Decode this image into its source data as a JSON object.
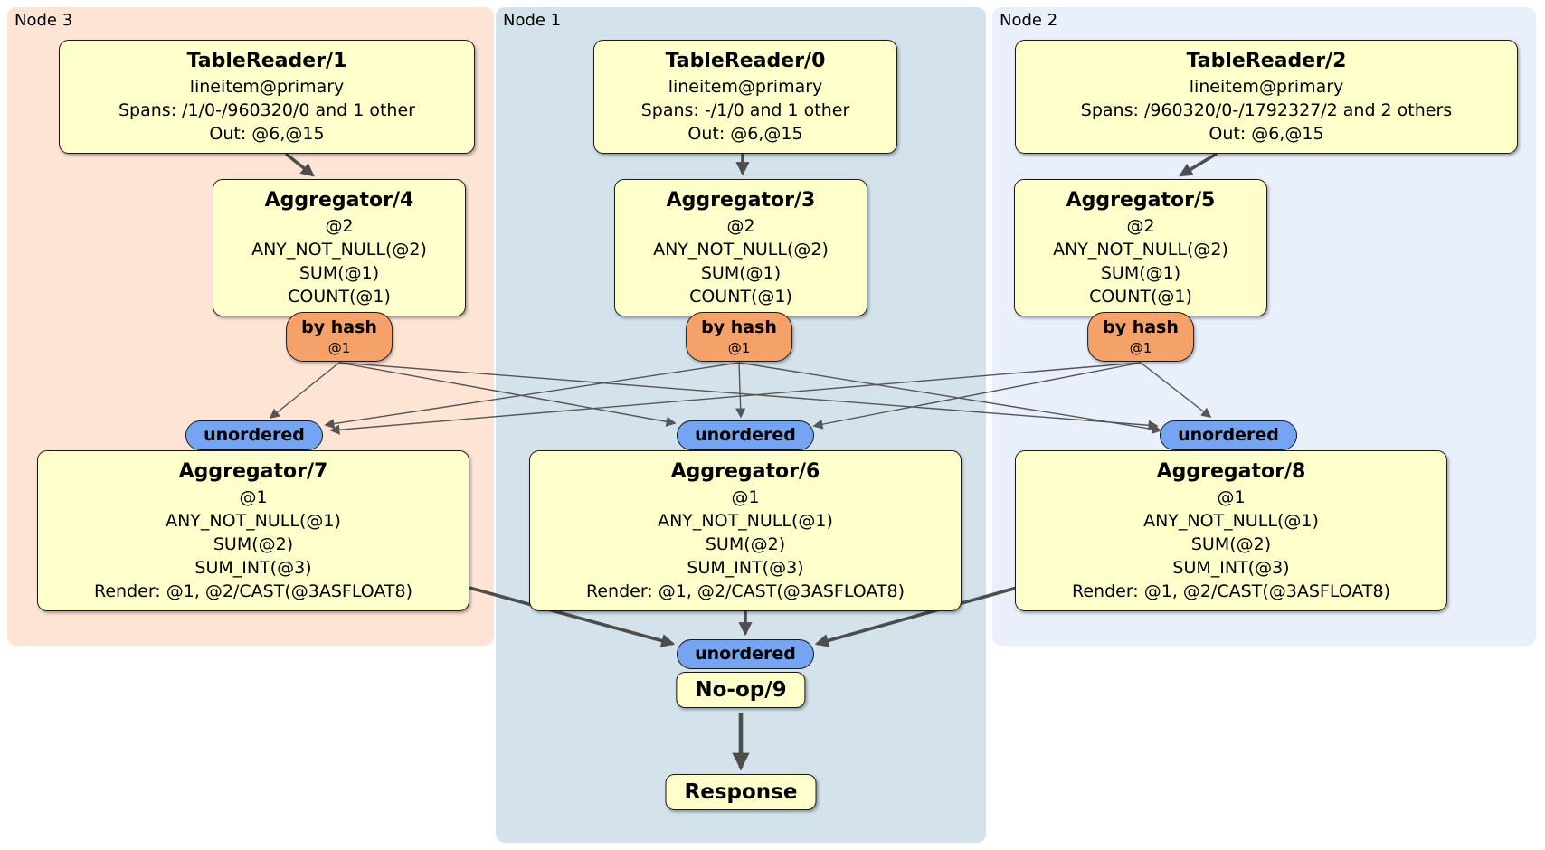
{
  "colors": {
    "node3-bg": "#fde4d5",
    "node1-bg": "#d3e2eb",
    "node2-bg": "#e9effb",
    "box-fill": "#ffffcc",
    "router-fill": "#f4a269",
    "stream-fill": "#75a4f2",
    "edge": "#4d4d4d"
  },
  "groups": {
    "node3": {
      "label": "Node 3"
    },
    "node1": {
      "label": "Node 1"
    },
    "node2": {
      "label": "Node 2"
    }
  },
  "boxes": {
    "tr1": {
      "title": "TableReader/1",
      "lines": [
        "lineitem@primary",
        "Spans: /1/0-/960320/0 and 1 other",
        "Out: @6,@15"
      ]
    },
    "tr0": {
      "title": "TableReader/0",
      "lines": [
        "lineitem@primary",
        "Spans: -/1/0 and 1 other",
        "Out: @6,@15"
      ]
    },
    "tr2": {
      "title": "TableReader/2",
      "lines": [
        "lineitem@primary",
        "Spans: /960320/0-/1792327/2 and 2 others",
        "Out: @6,@15"
      ]
    },
    "agg4": {
      "title": "Aggregator/4",
      "lines": [
        "@2",
        "ANY_NOT_NULL(@2)",
        "SUM(@1)",
        "COUNT(@1)"
      ]
    },
    "agg3": {
      "title": "Aggregator/3",
      "lines": [
        "@2",
        "ANY_NOT_NULL(@2)",
        "SUM(@1)",
        "COUNT(@1)"
      ]
    },
    "agg5": {
      "title": "Aggregator/5",
      "lines": [
        "@2",
        "ANY_NOT_NULL(@2)",
        "SUM(@1)",
        "COUNT(@1)"
      ]
    },
    "agg7": {
      "title": "Aggregator/7",
      "lines": [
        "@1",
        "ANY_NOT_NULL(@1)",
        "SUM(@2)",
        "SUM_INT(@3)",
        "Render: @1, @2/CAST(@3ASFLOAT8)"
      ]
    },
    "agg6": {
      "title": "Aggregator/6",
      "lines": [
        "@1",
        "ANY_NOT_NULL(@1)",
        "SUM(@2)",
        "SUM_INT(@3)",
        "Render: @1, @2/CAST(@3ASFLOAT8)"
      ]
    },
    "agg8": {
      "title": "Aggregator/8",
      "lines": [
        "@1",
        "ANY_NOT_NULL(@1)",
        "SUM(@2)",
        "SUM_INT(@3)",
        "Render: @1, @2/CAST(@3ASFLOAT8)"
      ]
    },
    "noop": {
      "title": "No-op/9"
    },
    "response": {
      "title": "Response"
    }
  },
  "routers": {
    "hash4": {
      "label": "by hash",
      "detail": "@1"
    },
    "hash3": {
      "label": "by hash",
      "detail": "@1"
    },
    "hash5": {
      "label": "by hash",
      "detail": "@1"
    }
  },
  "streams": {
    "left": {
      "label": "unordered"
    },
    "center": {
      "label": "unordered"
    },
    "right": {
      "label": "unordered"
    },
    "final": {
      "label": "unordered"
    }
  }
}
